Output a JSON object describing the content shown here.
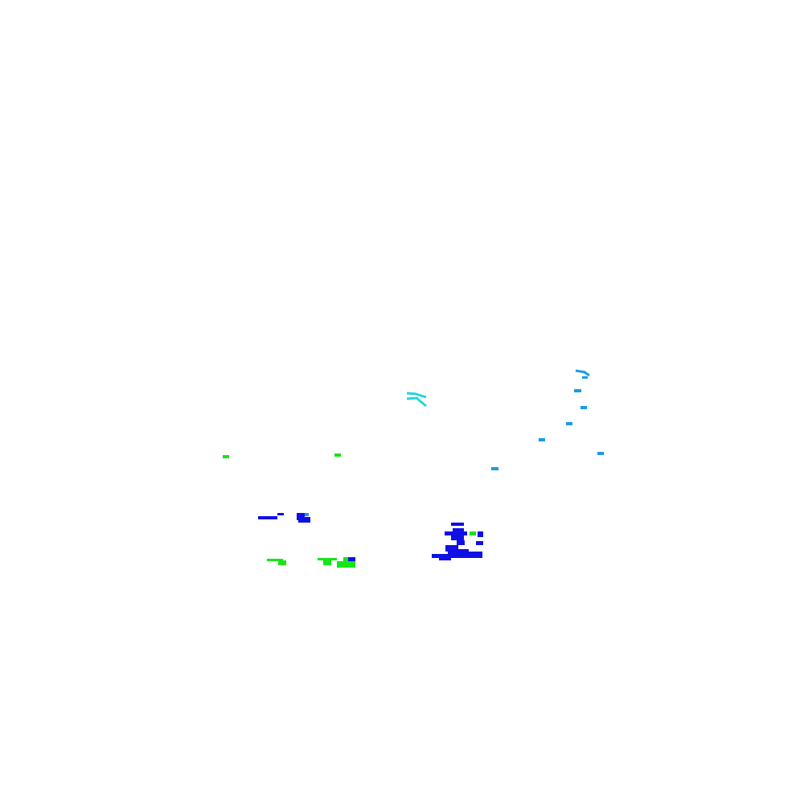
{
  "canvas": {
    "background": "#ffffff"
  },
  "palette": {
    "cyan": "#22d6e0",
    "sky_blue": "#1a9be8",
    "green": "#16e616",
    "blue": "#1010e6"
  },
  "groups": [
    {
      "name": "cyan-fragments",
      "color_key": "cyan"
    },
    {
      "name": "sky-blue-fragments",
      "color_key": "sky_blue"
    },
    {
      "name": "green-fragments",
      "color_key": "green"
    },
    {
      "name": "blue-fragments",
      "color_key": "blue"
    }
  ]
}
